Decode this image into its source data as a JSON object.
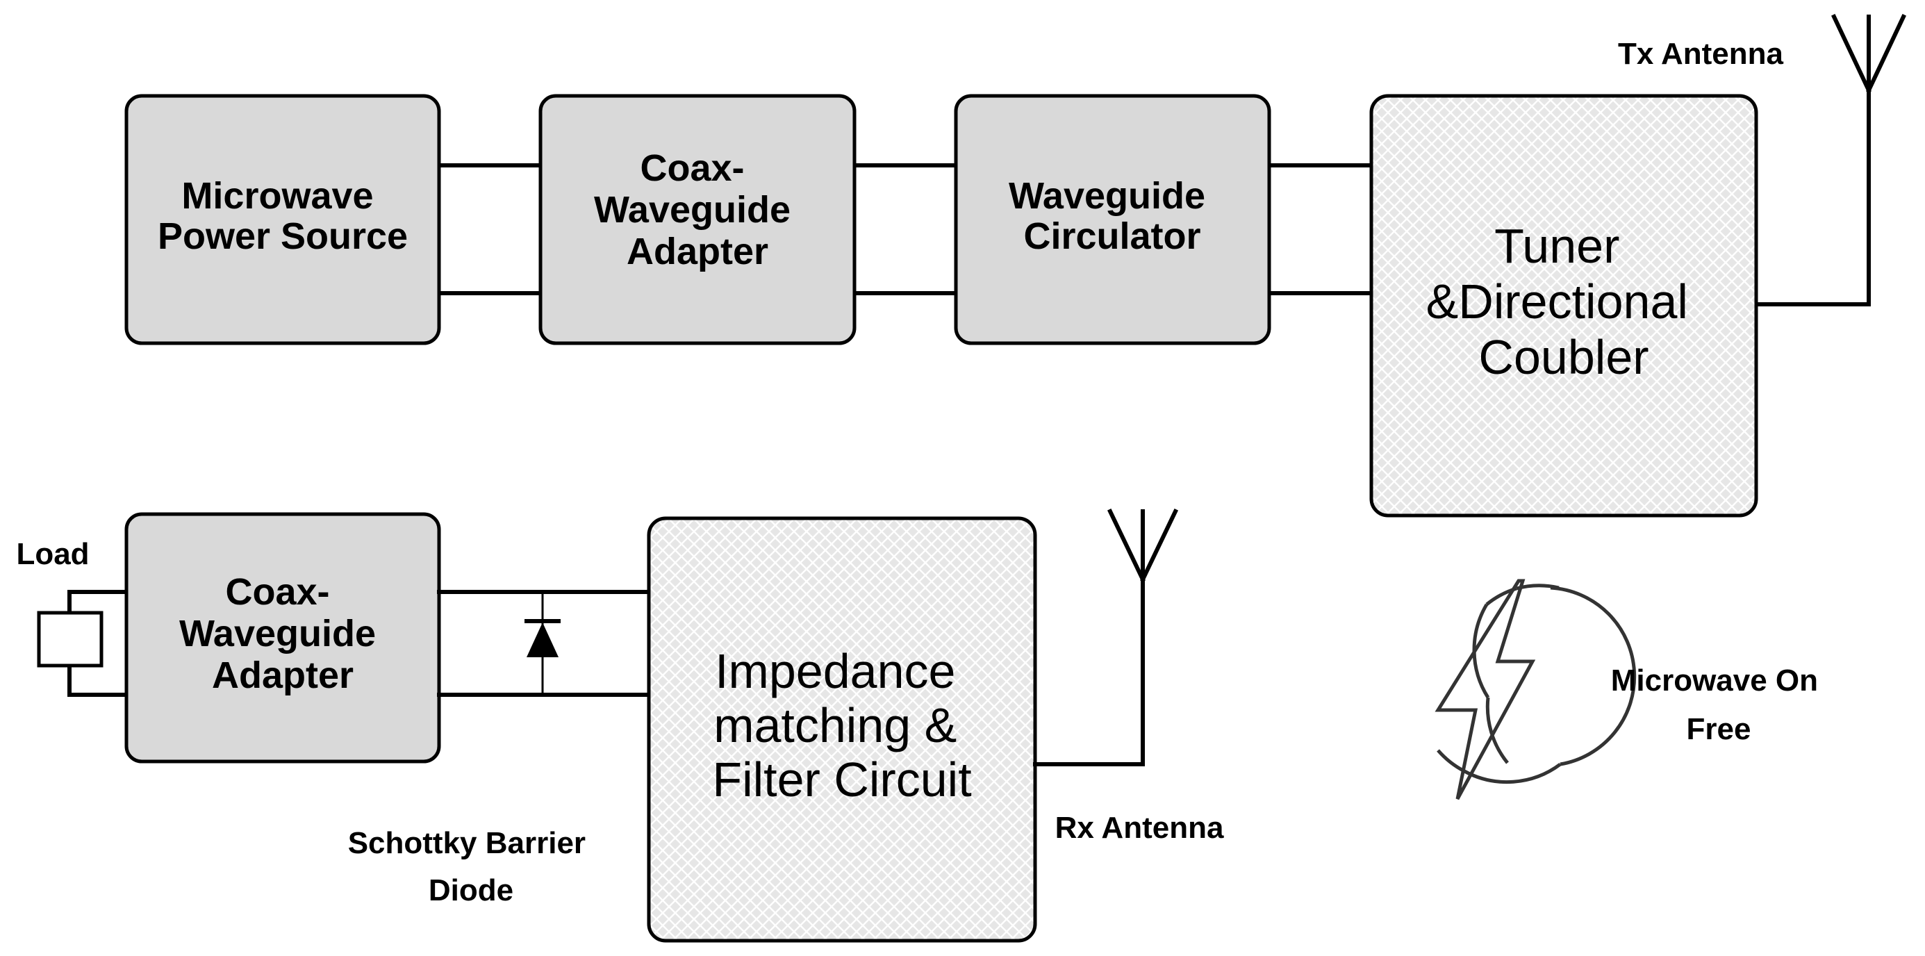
{
  "blocks": {
    "microwave_power_source": {
      "lines": [
        "Microwave",
        "Power Source"
      ],
      "style": "plain"
    },
    "coax_waveguide_adapter_tx": {
      "lines": [
        "Coax-",
        "Waveguide",
        "Adapter"
      ],
      "style": "plain"
    },
    "waveguide_circulator": {
      "lines": [
        "Waveguide",
        "Circulator"
      ],
      "style": "plain"
    },
    "tuner_directional_coupler": {
      "lines": [
        "Tuner",
        "&Directional",
        "Coubler"
      ],
      "style": "hatched"
    },
    "coax_waveguide_adapter_rx": {
      "lines": [
        "Coax-",
        "Waveguide",
        "Adapter"
      ],
      "style": "plain"
    },
    "impedance_matching_filter": {
      "lines": [
        "Impedance",
        "matching &",
        "Filter Circuit"
      ],
      "style": "hatched"
    }
  },
  "labels": {
    "tx_antenna": "Tx Antenna",
    "rx_antenna": "Rx Antenna",
    "load": "Load",
    "diode": [
      "Schottky Barrier",
      "Diode"
    ],
    "microwave_on_free": [
      "Microwave On",
      "Free"
    ]
  },
  "icons": {
    "tx_antenna": "antenna-icon",
    "rx_antenna": "antenna-icon",
    "diode": "diode-symbol-icon",
    "load": "resistor-load-icon",
    "lightning": "lightning-bolt-icon"
  },
  "colors": {
    "block_fill": "#d9d9d9",
    "hatch_background": "#e6e6e6",
    "hatch_lines": "#ffffff",
    "stroke": "#000000",
    "icon_stroke": "#333333",
    "background": "#ffffff"
  }
}
